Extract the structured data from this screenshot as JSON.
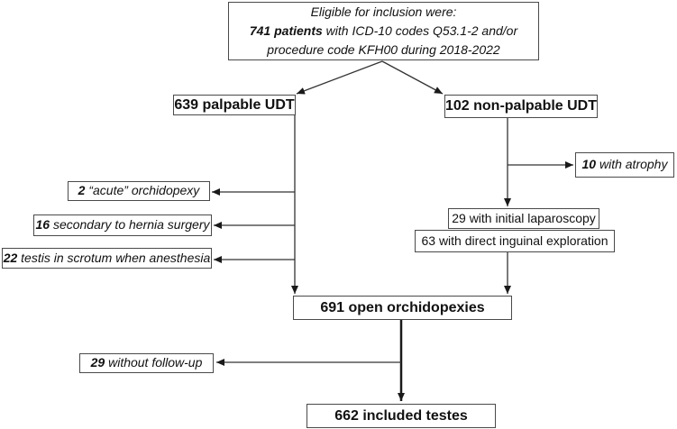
{
  "diagram": {
    "top_box": {
      "line1": "Eligible for inclusion were:",
      "line2_bold": "741 patients",
      "line2_rest": " with ICD-10 codes Q53.1-2 and/or",
      "line3": "procedure code KFH00 during 2018-2022"
    },
    "palpable_box": {
      "label": "639 palpable UDT"
    },
    "nonpalpable_box": {
      "label": "102 non-palpable UDT"
    },
    "atrophy_box": {
      "num": "10",
      "text": " with atrophy"
    },
    "acute_box": {
      "num": "2",
      "text": " “acute” orchidopexy"
    },
    "hernia_box": {
      "num": "16",
      "text": " secondary to hernia surgery"
    },
    "scrotum_box": {
      "num": "22",
      "text": " testis in scrotum when anesthesia"
    },
    "laparoscopy_box": {
      "label": "29 with initial laparoscopy"
    },
    "inguinal_box": {
      "label": "63 with direct inguinal exploration"
    },
    "orchidopexy_box": {
      "label": "691 open orchidopexies"
    },
    "followup_box": {
      "num": "29",
      "text": " without follow-up"
    },
    "included_box": {
      "label": "662 included testes"
    }
  },
  "colors": {
    "background": "#ffffff",
    "box_border": "#4a4a4a",
    "connector": "#333333",
    "arrowhead": "#1a1a1a",
    "text": "#111111"
  }
}
